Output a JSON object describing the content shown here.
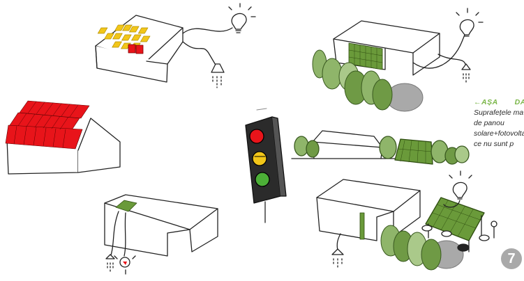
{
  "caption": {
    "heading_left": "←AȘA",
    "heading_right": "DA",
    "lines": [
      "Suprafețele ma",
      "de        panou",
      "solare+fotovolta",
      "ce  nu  sunt  p"
    ]
  },
  "page_number": "7",
  "colors": {
    "solar_yellow": "#f2c619",
    "panel_red": "#e8141a",
    "panel_green": "#6a9a3a",
    "tree_green": "#8fb56a",
    "tree_gray": "#a9a9a9",
    "accent_green": "#7ab648"
  },
  "icons": [
    "light-bulb-icon",
    "shower-head-icon",
    "traffic-light-icon"
  ]
}
